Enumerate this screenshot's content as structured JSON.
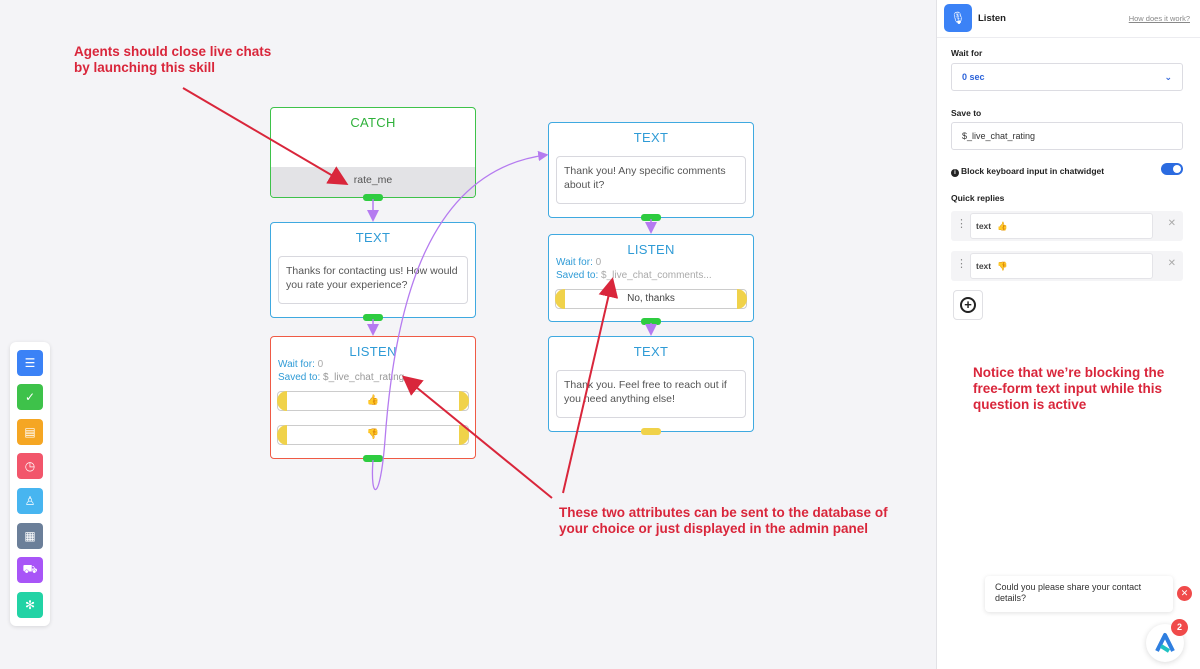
{
  "colors": {
    "accent": "#3b82f6",
    "annotation": "#d9263b",
    "node_text": "#2f9bd6",
    "catch_green": "#3ec24a",
    "listen_red": "#ef5a45",
    "port_green": "#2ecc40",
    "port_yellow": "#f0d24a"
  },
  "canvas": {
    "catch_node": {
      "title": "CATCH",
      "event": "rate_me"
    },
    "text_node_1": {
      "title": "TEXT",
      "message": "Thanks for contacting us! How would you rate your experience?"
    },
    "listen_node_1": {
      "title": "LISTEN",
      "wait_label": "Wait for:",
      "wait_value": "0",
      "saved_label": "Saved to:",
      "saved_value": "$_live_chat_rating",
      "replies": [
        "👍",
        "👎"
      ]
    },
    "text_node_2": {
      "title": "TEXT",
      "message": "Thank you! Any specific comments about it?"
    },
    "listen_node_2": {
      "title": "LISTEN",
      "wait_label": "Wait for:",
      "wait_value": "0",
      "saved_label": "Saved to:",
      "saved_value": "$_live_chat_comments...",
      "replies": [
        "No, thanks"
      ]
    },
    "text_node_3": {
      "title": "TEXT",
      "message": "Thank you. Feel free to reach out if you need anything else!"
    }
  },
  "toolbar": {
    "tools": [
      {
        "icon": "text-icon",
        "color": "#3b82f6"
      },
      {
        "icon": "check-icon",
        "color": "#3ec24a"
      },
      {
        "icon": "form-icon",
        "color": "#f5a623"
      },
      {
        "icon": "timer-icon",
        "color": "#f2566b"
      },
      {
        "icon": "user-icon",
        "color": "#47b5f0"
      },
      {
        "icon": "calendar-icon",
        "color": "#6b7f99"
      },
      {
        "icon": "cart-icon",
        "color": "#a855f7"
      },
      {
        "icon": "puzzle-icon",
        "color": "#22d3a5"
      }
    ]
  },
  "annotations": {
    "top_left": "Agents should close live chats by launching this skill",
    "bottom_middle": "These two attributes can be sent to the database of your choice or just displayed in the admin panel",
    "right": "Notice that we’re blocking the free-form text input while this question is active"
  },
  "panel": {
    "title": "Listen",
    "help_link": "How does it work?",
    "wait_label": "Wait for",
    "wait_value": "0 sec",
    "save_label": "Save to",
    "save_value": "$_live_chat_rating",
    "block_label": "Block keyboard input in chatwidget",
    "block_enabled": true,
    "quick_replies_label": "Quick replies",
    "quick_replies": [
      {
        "type": "text",
        "value": "👍"
      },
      {
        "type": "text",
        "value": "👎"
      }
    ]
  },
  "chat_widget": {
    "message": "Could you please share your contact details?",
    "badge_count": "2"
  }
}
